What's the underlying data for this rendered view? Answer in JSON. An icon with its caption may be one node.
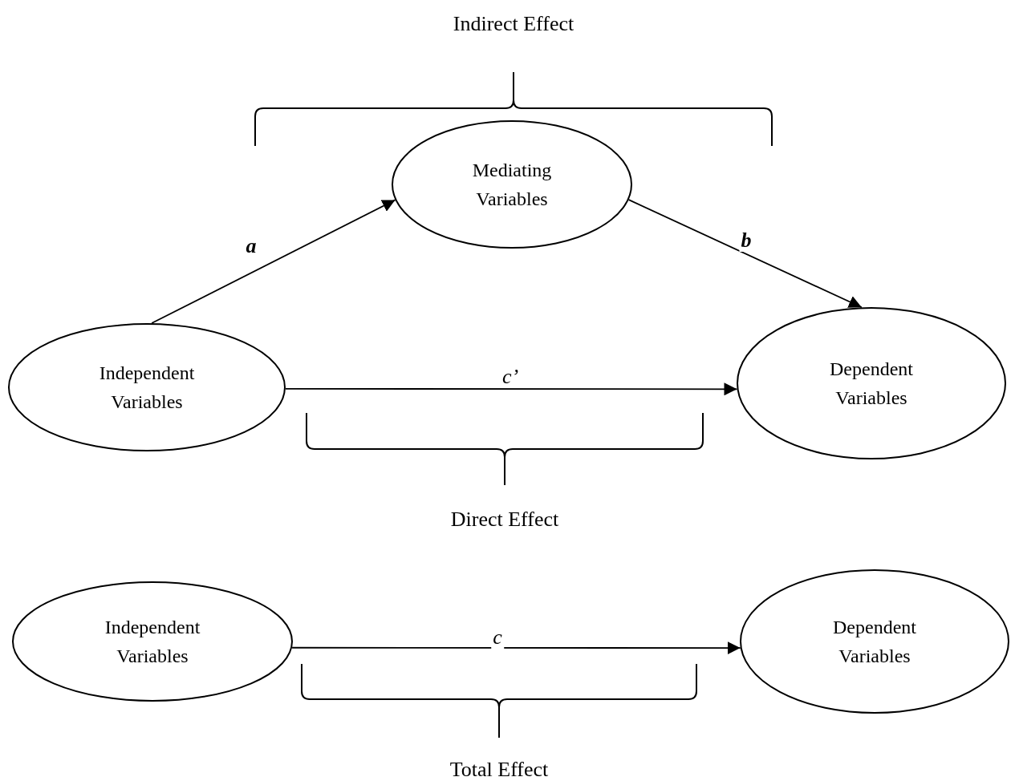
{
  "diagram": {
    "nodes": [
      {
        "text": [
          "Mediating Variables"
        ]
      },
      {
        "text": [
          "Independent Variables"
        ]
      },
      {
        "text": [
          "Dependent Variables"
        ]
      },
      {
        "text": [
          "Independent Variables"
        ]
      },
      {
        "text": [
          "Dependent Variables"
        ]
      }
    ],
    "edges": [
      {
        "from": 1,
        "to": 0,
        "arrow": "to",
        "label": "a"
      },
      {
        "from": 0,
        "to": 2,
        "arrow": "to",
        "label": "b"
      },
      {
        "from": 1,
        "to": 2,
        "arrow": "to",
        "label": "c’"
      },
      {
        "from": 3,
        "to": 4,
        "arrow": "to",
        "label": "c"
      }
    ],
    "labels": [
      "Indirect Effect",
      "Direct Effect",
      "Total Effect"
    ]
  }
}
